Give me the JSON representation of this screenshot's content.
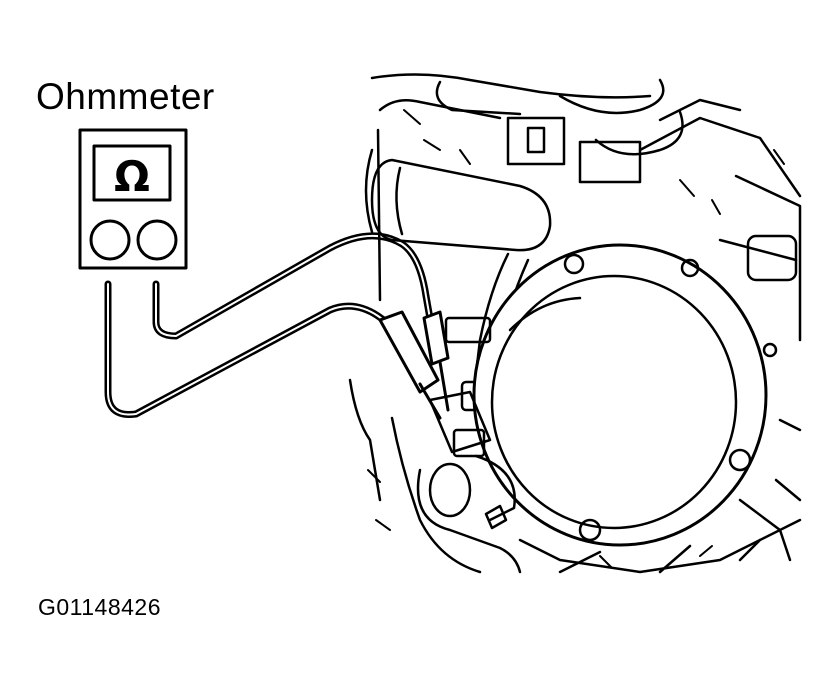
{
  "labels": {
    "meter_title": "Ohmmeter",
    "figure_code": "G01148426"
  },
  "meter": {
    "display_symbol": "Ω"
  },
  "colors": {
    "line": "#000000",
    "background": "#ffffff"
  }
}
